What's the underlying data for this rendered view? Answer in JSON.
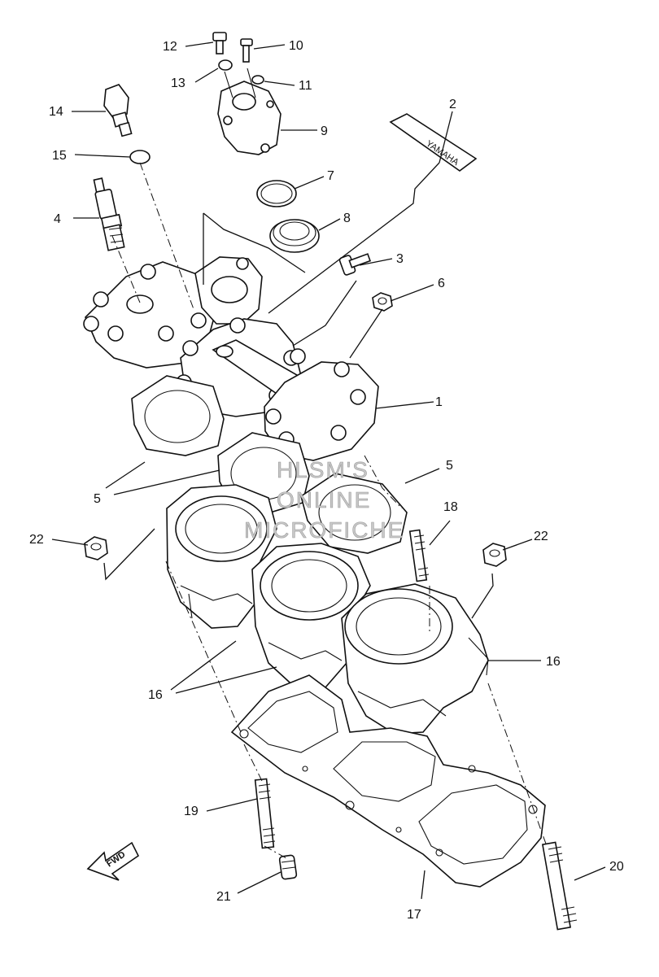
{
  "diagram": {
    "callouts": [
      "1",
      "2",
      "3",
      "4",
      "5",
      "5",
      "6",
      "7",
      "8",
      "9",
      "10",
      "11",
      "12",
      "13",
      "14",
      "15",
      "16",
      "16",
      "17",
      "18",
      "19",
      "20",
      "21",
      "22",
      "22"
    ],
    "fwd_label": "FWD",
    "decal_text": "YAMAHA",
    "watermark": [
      "HLSM'S",
      "ONLINE",
      "MICROFICHE"
    ]
  }
}
